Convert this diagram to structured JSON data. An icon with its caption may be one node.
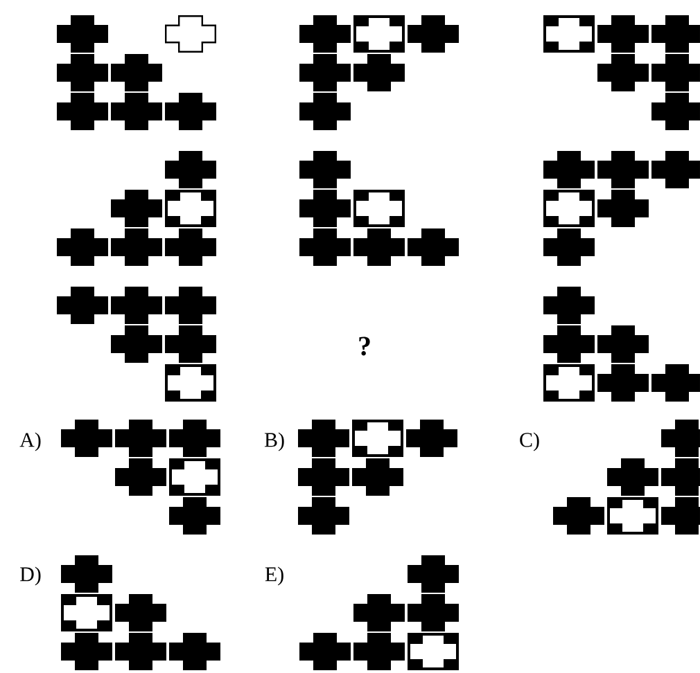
{
  "diagram": {
    "labels": [
      "?",
      "A)",
      "B)",
      "C)",
      "D)",
      "E)"
    ]
  }
}
